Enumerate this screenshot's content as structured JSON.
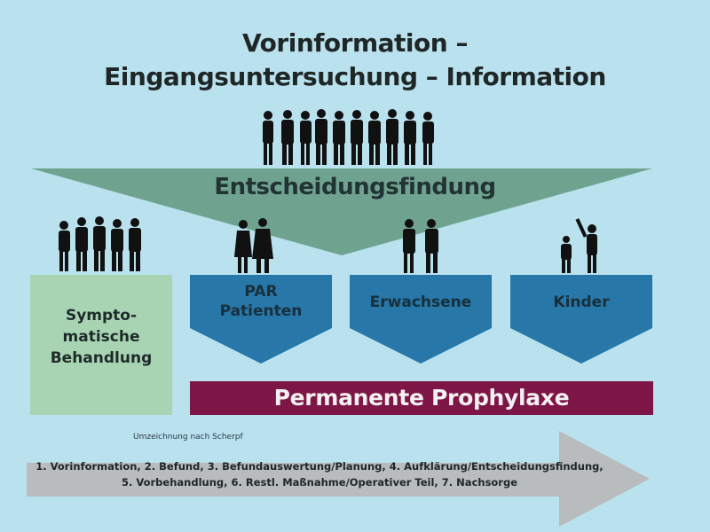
{
  "title": {
    "line1": "Vorinformation –",
    "line2": "Eingangsuntersuchung – Information"
  },
  "funnel": {
    "label": "Entscheidungsfindung",
    "color": "#6fa38f"
  },
  "groups": [
    {
      "label_lines": [
        "Sympto-",
        "matische",
        "Behandlung"
      ],
      "shape": "rectangle",
      "color": "#a8d4b4",
      "icon": "group-of-people-icon"
    },
    {
      "label_lines": [
        "PAR",
        "Patienten"
      ],
      "shape": "chevron",
      "color": "#2777a8",
      "icon": "couple-icon"
    },
    {
      "label_lines": [
        "Erwachsene"
      ],
      "shape": "chevron",
      "color": "#2777a8",
      "icon": "adults-icon"
    },
    {
      "label_lines": [
        "Kinder"
      ],
      "shape": "chevron",
      "color": "#2777a8",
      "icon": "children-icon"
    }
  ],
  "prophylaxe": {
    "label": "Permanente Prophylaxe",
    "color": "#7d1646"
  },
  "credit": "Umzeichnung nach Scherpf",
  "process_arrow": {
    "line1": "1. Vorinformation, 2. Befund, 3. Befundauswertung/Planung, 4. Aufklärung/Entscheidungsfindung,",
    "line2": "5. Vorbehandlung, 6. Restl. Maßnahme/Operativer Teil, 7. Nachsorge",
    "color": "#b9bcbd"
  }
}
